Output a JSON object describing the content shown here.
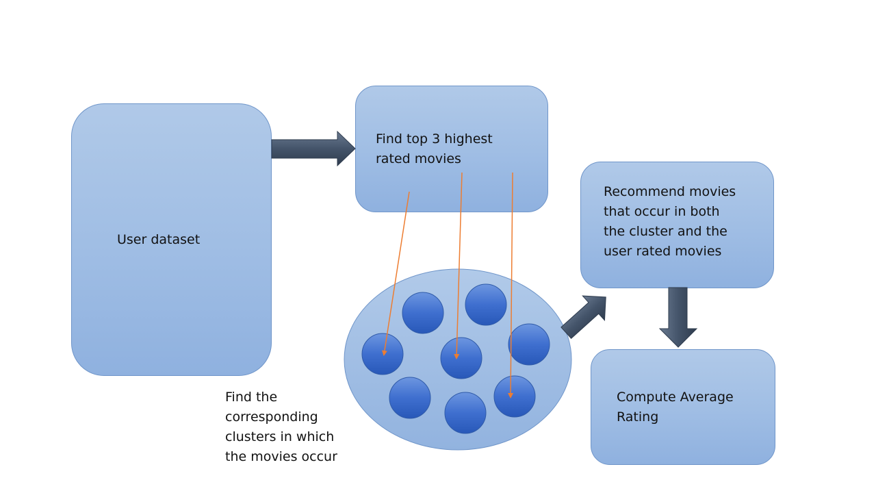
{
  "nodes": {
    "user_dataset": {
      "label": "User dataset"
    },
    "top_movies": {
      "label": "Find top 3 highest\nrated movies"
    },
    "recommend": {
      "label": "Recommend movies\nthat occur in both\nthe cluster and the\nuser rated movies"
    },
    "compute": {
      "label": "Compute Average\nRating"
    }
  },
  "annotation": {
    "text": "Find the\ncorresponding\nclusters in which\nthe movies occur"
  },
  "colors": {
    "box_fill": "#a5c2e6",
    "box_border": "#6f95c9",
    "big_arrow": "#44546a",
    "thin_arrow": "#ed7d31",
    "cluster_fill": "#3a6dcc"
  }
}
